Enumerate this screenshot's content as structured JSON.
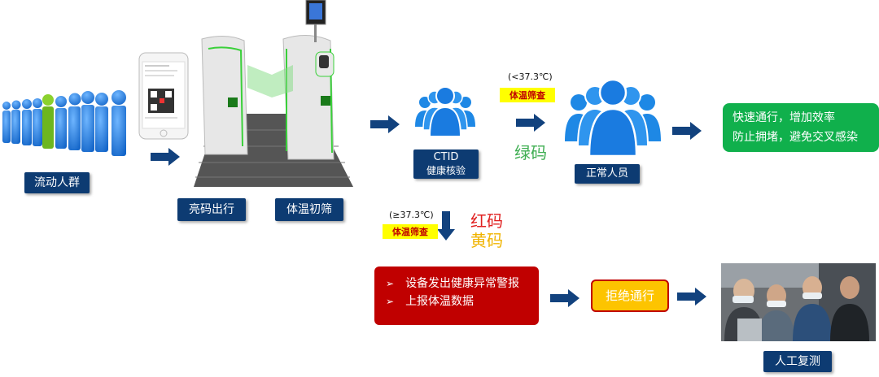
{
  "labels": {
    "crowd": "流动人群",
    "show_code": "亮码出行",
    "temp_screen": "体温初筛",
    "ctid_title": "CTID",
    "ctid_sub": "健康核验",
    "normal": "正常人员",
    "manual": "人工复测"
  },
  "branch_normal": {
    "temp": "(<37.3℃)",
    "tag": "体温筛查",
    "code": "绿码"
  },
  "branch_alert": {
    "temp": "(≥37.3℃)",
    "tag": "体温筛查",
    "code_red": "红码",
    "code_yellow": "黄码"
  },
  "green_box": {
    "line1": "快速通行，增加效率",
    "line2": "防止拥堵，避免交叉感染"
  },
  "red_box": {
    "items": [
      "设备发出健康异常警报",
      "上报体温数据"
    ]
  },
  "reject": "拒绝通行",
  "colors": {
    "navy": "#0d3b72",
    "arrow": "#12427e",
    "green": "#10b04c",
    "red": "#c00000",
    "yellow_tag": "#ffff00",
    "orange": "#fdc400",
    "people_blue": "#1e88e5"
  }
}
